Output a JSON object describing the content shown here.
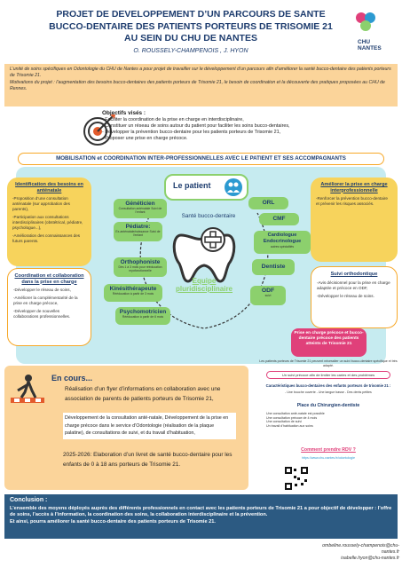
{
  "header": {
    "title_line1": "PROJET DE DEVELOPPEMENT D’UN PARCOURS DE SANTE",
    "title_line2": "BUCCO-DENTAIRE DES PATIENTS PORTEURS DE TRISOMIE 21",
    "title_line3": "AU SEIN DU CHU DE NANTES",
    "authors": "O. ROUSSELY-CHAMPENOIS , J. HYON",
    "logo_line1": "CHU",
    "logo_line2": "NANTES"
  },
  "intro": {
    "p1": "L’unité de soins spécifiques en Odontologie du CHU de Nantes a pour projet de travailler sur le développement d’un parcours afin d’améliorer la santé bucco-dentaire des patients porteurs de Trisomie 21.",
    "p2": "Motivations du projet : l’augmentation des besoins bucco-dentaires des patients porteurs de Trisomie 21, le besoin de coordination et la découverte des pratiques proposées au CHU de Rennes."
  },
  "objectives": {
    "title": "Objectifs visés :",
    "items": [
      "- Faciliter la coordination de la prise en charge en interdisciplinaire,",
      "- Constituer un réseau de soins autour du patient pour faciliter les soins bucco-dentaires,",
      "- Développer la prévention bucco-dentaire pour les patients porteurs de Trisomie 21,",
      "- Proposer une prise en charge précoce."
    ]
  },
  "mobilisation": "MOBILISATION et COORDINATION INTER-PROFESSIONNELLES AVEC LE PATIENT ET SES ACCOMPAGNANTS",
  "left_boxes": {
    "box1": {
      "heading": "Identification des besoins en anténatale",
      "items": [
        "-Proposition d’une consultation anténatale (sur approbation des parents),",
        "-Participation aux consultations interdisciplinaires (obstétrical, pédiatre, psychologue...),",
        "-Amélioration des connaissances des futurs parents."
      ]
    },
    "box2": {
      "heading": "Coordination et collaboration dans la prise en charge",
      "items": [
        "-Développer le réseau de soins,",
        "-Améliorer la complémentarité de la prise en charge précoce,",
        "-Développer de nouvelles collaborations professionnelles."
      ]
    }
  },
  "right_boxes": {
    "box1": {
      "heading": "Améliorer la prise en charge interprofessionnelle",
      "items": [
        "-Renforcer la prévention bucco-dentaire et prévenir les risques associés."
      ]
    },
    "box2": {
      "heading": "Suivi orthodontique",
      "items": [
        "-Avis décisionnel pour la prise en charge adaptée et précoce en ODF,",
        "-Développer le réseau de soins."
      ]
    }
  },
  "network": {
    "patient": "Le patient",
    "center": "Santé bucco-dentaire",
    "equipe1": "Equipe",
    "equipe2": "pluridisciplinaire",
    "genet": "Généticien",
    "genet_sub": "Consultation anténatale Suivi de l’enfant",
    "ped": "Pédiatre:",
    "ped_sub": "Ex-anténatale/naissance Suivi de l’enfant",
    "orl": "ORL",
    "cmf": "CMF",
    "card": "Cardiologue",
    "endo": "Endocrinologue",
    "card_sub": "autres spécialités",
    "ortho": "Orthophoniste",
    "ortho_sub": "Dès 1 à 3 mois pour rééducation myofonctionnelle",
    "kine": "Kinésithérapeute",
    "kine_sub": "Rééducation à partir de 3 mois",
    "psy": "Psychomotricien",
    "psy_sub": "Rééducation à partir de 6 mois",
    "dent": "Dentiste",
    "odf": "ODF",
    "odf_sub": "suivi"
  },
  "encours": {
    "title": "En cours...",
    "item1": "Réalisation d’un flyer d’informations en collaboration avec une association de parents de patients porteurs de Trisomie 21,",
    "item2": "Développement de la consultation anté-natale, Développement de la prise en charge précoce dans le service d’Odontologie (réalisation de la plaque palatine), de consultations de suivi, et du travail d’habituation,",
    "item3": "2025-2026: Elaboration d’un livret de santé bucco-dentaire pour les enfants de 0 à 18 ans porteurs de Trisomie 21."
  },
  "flyer": {
    "pink_title": "Prise en charge précoce et bucco-dentaire précoce des patients atteints de Trisomie 21",
    "line1": "Les patients porteurs de Trisomie 21 peuvent nécessiter un suivi bucco-dentaire spécifique et très adapté.",
    "line2": "Un suivi précoce afin de limiter les caries et des problèmes",
    "head1": "Caractéristiques bucco-dentaires des enfants porteurs de trisomie 21 :",
    "line3": "- Une bouche ouverte - Une langue basse - Des dents petites",
    "head2": "Place du Chirurgien-dentiste",
    "b1": "Une consultation anté-natale est possible",
    "b2": "Une consultation précoce de 4 mois",
    "b3": "Une consultation de suivi",
    "b4": "Un travail d’habituation aux soins",
    "head3": "Comment prendre RDV ?",
    "line4": "https://www.chu-nantes.fr/odontologie"
  },
  "conclusion": {
    "title": "Conclusion :",
    "text1": "L’ensemble des moyens déployés auprès des différents professionnels en contact avec les patients porteurs de Trisomie 21 a pour objectif de développer : l’offre de soins, l’accès à l’information, la coordination des soins, la collaboration interdisciplinaire et la prévention.",
    "text2": "Et ainsi, pourra améliorer la santé bucco-dentaire des patients porteurs de Trisomie 21."
  },
  "emails": {
    "e1": "ombeline.roussely-champenois@chu-nantes.fr",
    "e2": "isabelle.hyon@chu-nantes.fr"
  },
  "colors": {
    "navy": "#1d3c6e",
    "orange_light": "#fbd49a",
    "yellow": "#f7d35c",
    "green": "#8cd06d",
    "cyan": "#c6ebf0",
    "pink": "#e0407a",
    "conclusion_bg": "#2c5a82"
  }
}
